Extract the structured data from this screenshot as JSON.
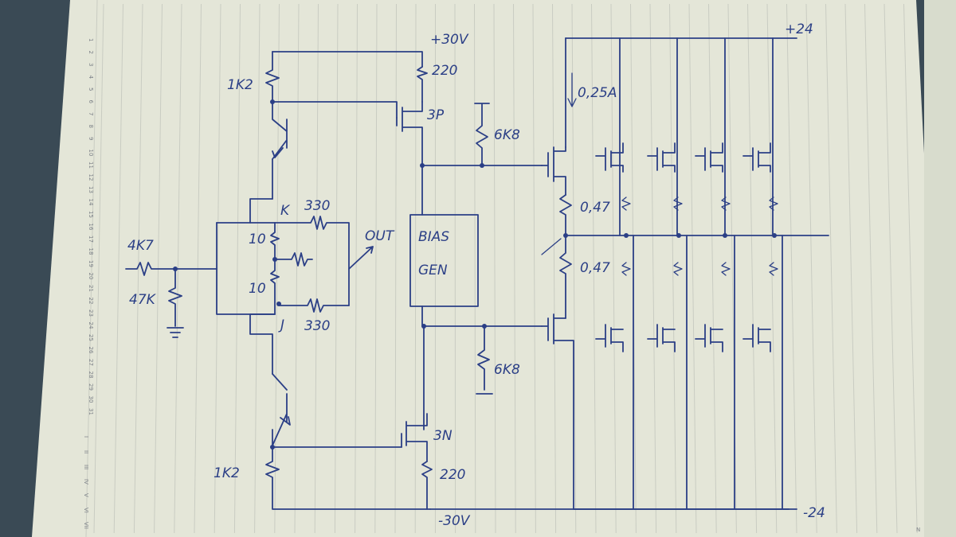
{
  "labels": {
    "supply_pos": "+30V",
    "supply_neg": "-30V",
    "rail_pos": "+24",
    "rail_neg": "-24",
    "r_top": "1K2",
    "r_bot": "1K2",
    "r_220_top": "220",
    "r_220_bot": "220",
    "q_3p": "3P",
    "q_3n": "3N",
    "r_6k8_top": "6K8",
    "r_6k8_bot": "6K8",
    "current": "0,25A",
    "r_047_top": "0,47",
    "r_047_bot": "0,47",
    "node_k": "K",
    "node_j": "J",
    "r_330_top": "330",
    "r_330_bot": "330",
    "r_10_top": "10",
    "r_10_bot": "10",
    "out": "OUT",
    "bias_line1": "BIAS",
    "bias_line2": "GEN",
    "r_4k7": "4K7",
    "r_47k": "47K",
    "corner_mark": "N"
  },
  "margin_numbers": [
    "1",
    "2",
    "3",
    "4",
    "5",
    "6",
    "7",
    "8",
    "9",
    "10",
    "11",
    "12",
    "13",
    "14",
    "15",
    "16",
    "17",
    "18",
    "19",
    "20",
    "21",
    "22",
    "23",
    "24",
    "25",
    "26",
    "27",
    "28",
    "29",
    "30",
    "31"
  ],
  "margin_roman": [
    "I",
    "II",
    "III",
    "IV",
    "V",
    "VI",
    "VII"
  ]
}
